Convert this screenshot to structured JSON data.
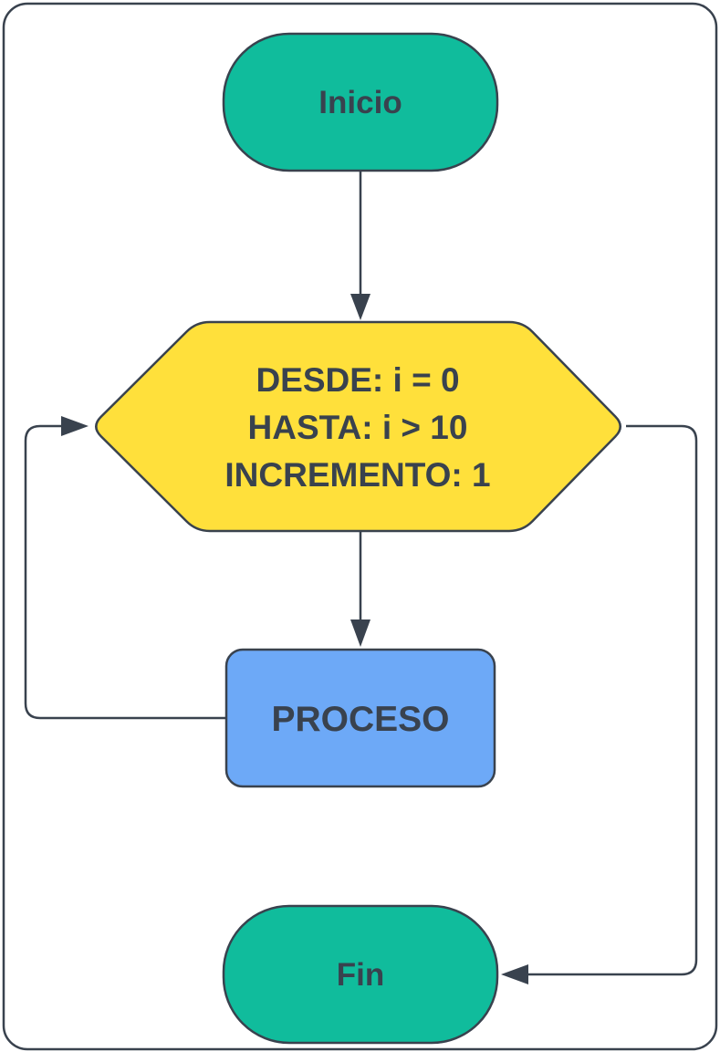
{
  "diagram": {
    "type": "flowchart",
    "language": "es",
    "colors": {
      "background": "#ffffff",
      "stroke": "#39424e",
      "text": "#39424e",
      "terminator_fill": "#10bc9c",
      "loop_fill": "#ffe03b",
      "process_fill": "#6da9f7"
    },
    "nodes": {
      "start": {
        "type": "terminator",
        "label": "Inicio"
      },
      "loop": {
        "type": "loop-limit-hexagon",
        "lines": [
          "DESDE: i = 0",
          "HASTA: i > 10",
          "INCREMENTO: 1"
        ]
      },
      "process": {
        "type": "process",
        "label": "PROCESO"
      },
      "end": {
        "type": "terminator",
        "label": "Fin"
      }
    },
    "edges": [
      {
        "from": "start",
        "to": "loop",
        "route": "straight-down",
        "arrow": "filled-triangle"
      },
      {
        "from": "loop",
        "to": "process",
        "route": "straight-down",
        "arrow": "filled-triangle"
      },
      {
        "from": "process",
        "to": "loop",
        "route": "left-side-loopback",
        "arrow": "filled-triangle"
      },
      {
        "from": "loop",
        "to": "end",
        "route": "right-side-down",
        "arrow": "filled-triangle"
      }
    ]
  }
}
